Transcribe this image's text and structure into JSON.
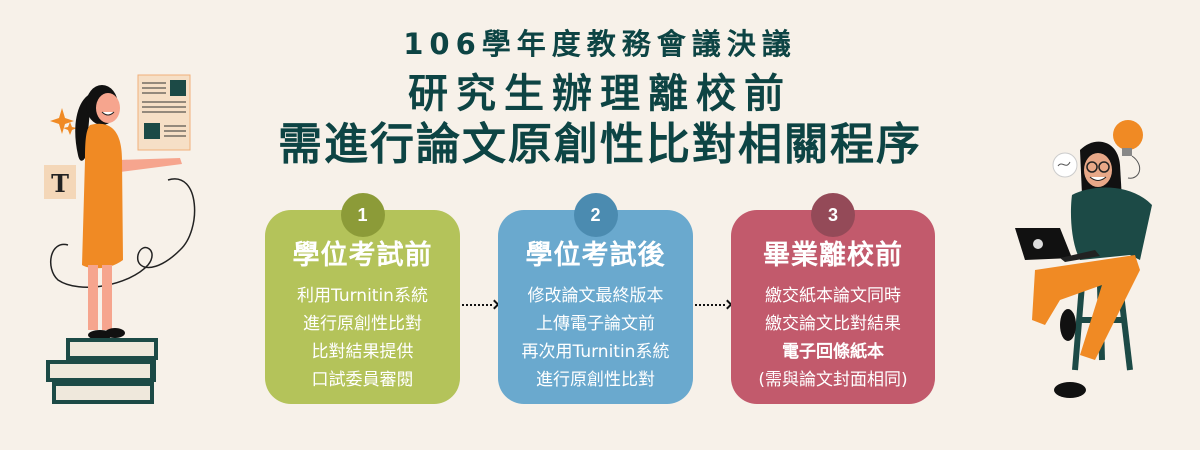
{
  "title": {
    "line1": "106學年度教務會議決議",
    "line2": "研究生辦理離校前",
    "line3": "需進行論文原創性比對相關程序"
  },
  "steps": [
    {
      "number": "1",
      "heading": "學位考試前",
      "lines": [
        "利用Turnitin系統",
        "進行原創性比對",
        "比對結果提供",
        "口試委員審閱"
      ],
      "color": "#b4c35a",
      "badge_color": "#8c9b38"
    },
    {
      "number": "2",
      "heading": "學位考試後",
      "lines": [
        "修改論文最終版本",
        "上傳電子論文前",
        "再次用Turnitin系統",
        "進行原創性比對"
      ],
      "color": "#6aa9ce",
      "badge_color": "#4b8bb0"
    },
    {
      "number": "3",
      "heading": "畢業離校前",
      "lines": [
        "繳交紙本論文同時",
        "繳交論文比對結果",
        "電子回條紙本",
        "(需與論文封面相同)"
      ],
      "bold_line_index": 2,
      "color": "#c25a6c",
      "badge_color": "#944a58"
    }
  ],
  "illustrations": {
    "left": "woman-standing-on-books-icon",
    "right": "woman-with-laptop-on-stool-icon"
  },
  "colors": {
    "background": "#f7f1e9",
    "title": "#0d4444",
    "accent_orange": "#f08a24",
    "dark_teal": "#1c4a46"
  }
}
